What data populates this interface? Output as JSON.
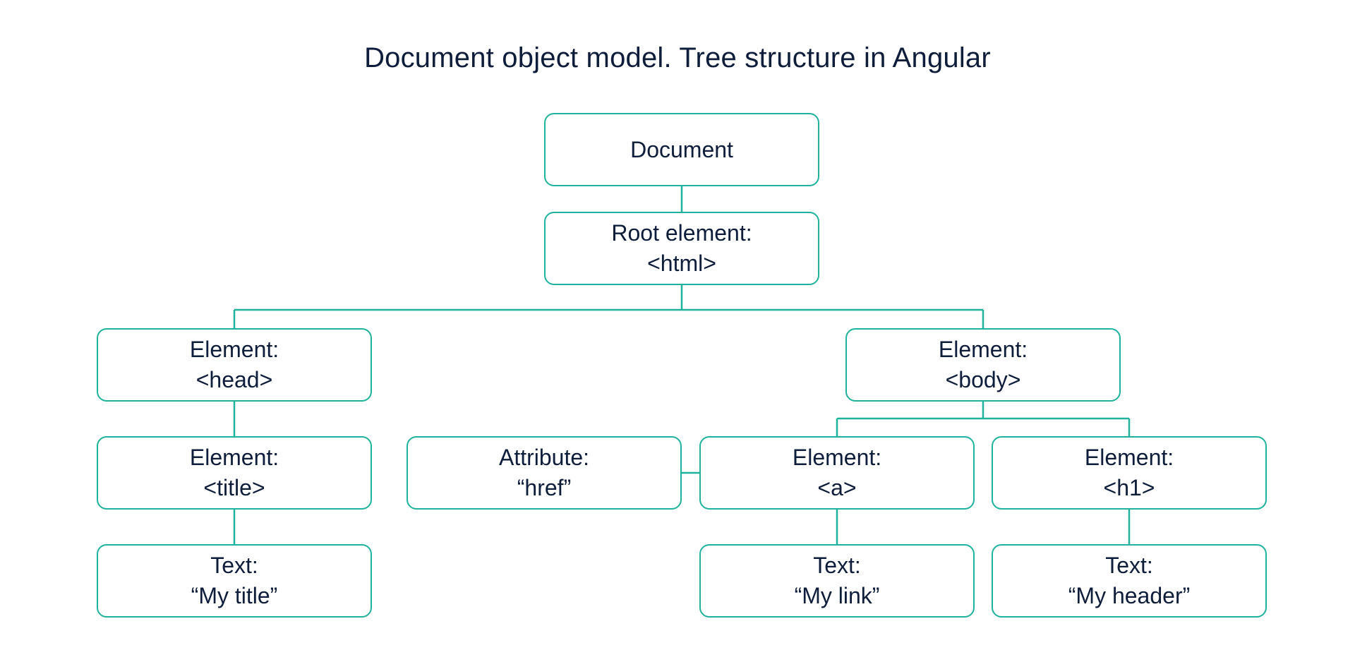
{
  "diagram": {
    "title": "Document object model. Tree structure in Angular",
    "line_color": "#1fb29c",
    "text_color": "#0e1e3a",
    "nodes": {
      "document": {
        "line1": "Document",
        "line2": ""
      },
      "root": {
        "line1": "Root element:",
        "line2": "<html>"
      },
      "head": {
        "line1": "Element:",
        "line2": "<head>"
      },
      "body": {
        "line1": "Element:",
        "line2": "<body>"
      },
      "title": {
        "line1": "Element:",
        "line2": "<title>"
      },
      "attribute": {
        "line1": "Attribute:",
        "line2": "“href”"
      },
      "a": {
        "line1": "Element:",
        "line2": "<a>"
      },
      "h1": {
        "line1": "Element:",
        "line2": "<h1>"
      },
      "text_title": {
        "line1": "Text:",
        "line2": "“My title”"
      },
      "text_link": {
        "line1": "Text:",
        "line2": "“My link”"
      },
      "text_header": {
        "line1": "Text:",
        "line2": "“My header”"
      }
    }
  }
}
